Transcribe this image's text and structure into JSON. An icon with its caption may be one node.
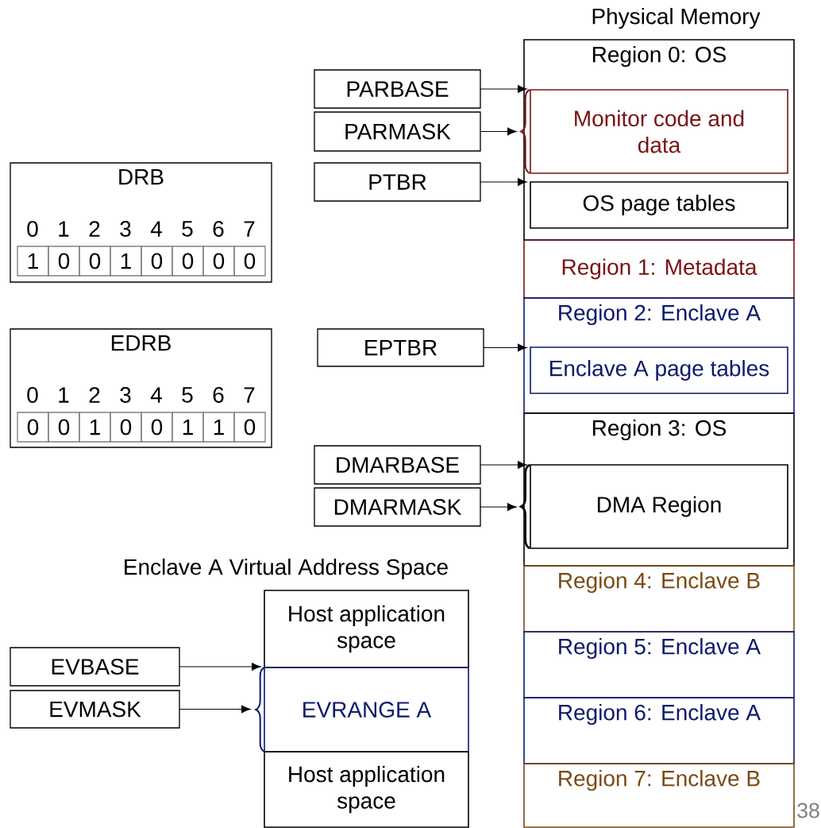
{
  "diagram": {
    "nodes": [
      {
        "text": [
          "Region 0: OS"
        ]
      },
      {
        "text": [
          "Monitor code and data"
        ],
        "in": 0
      },
      {
        "text": [
          "OS page tables"
        ],
        "in": 0
      },
      {
        "text": [
          "Region 1: Metadata"
        ]
      },
      {
        "text": [
          "Region 2: Enclave A"
        ]
      },
      {
        "text": [
          "Enclave A page tables"
        ],
        "in": 4
      },
      {
        "text": [
          "Region 3: OS"
        ]
      },
      {
        "text": [
          "DMA Region"
        ],
        "in": 6
      },
      {
        "text": [
          "Region 4: Enclave B"
        ]
      },
      {
        "text": [
          "Region 5: Enclave A"
        ]
      },
      {
        "text": [
          "Region 6: Enclave A"
        ]
      },
      {
        "text": [
          "Region 7: Enclave B"
        ]
      },
      {
        "text": [
          "PARBASE"
        ]
      },
      {
        "text": [
          "PARMASK"
        ]
      },
      {
        "text": [
          "PTBR"
        ]
      },
      {
        "text": [
          "EPTBR"
        ]
      },
      {
        "text": [
          "DMARBASE"
        ]
      },
      {
        "text": [
          "DMARMASK"
        ]
      },
      {
        "text": [
          "DRB"
        ]
      },
      {
        "text": [
          "1"
        ],
        "in": 18
      },
      {
        "text": [
          "0"
        ],
        "in": 18
      },
      {
        "text": [
          "0"
        ],
        "in": 18
      },
      {
        "text": [
          "1"
        ],
        "in": 18
      },
      {
        "text": [
          "0"
        ],
        "in": 18
      },
      {
        "text": [
          "0"
        ],
        "in": 18
      },
      {
        "text": [
          "0"
        ],
        "in": 18
      },
      {
        "text": [
          "0"
        ],
        "in": 18
      },
      {
        "text": [
          "EDRB"
        ]
      },
      {
        "text": [
          "0"
        ],
        "in": 27
      },
      {
        "text": [
          "0"
        ],
        "in": 27
      },
      {
        "text": [
          "1"
        ],
        "in": 27
      },
      {
        "text": [
          "0"
        ],
        "in": 27
      },
      {
        "text": [
          "0"
        ],
        "in": 27
      },
      {
        "text": [
          "1"
        ],
        "in": 27
      },
      {
        "text": [
          "1"
        ],
        "in": 27
      },
      {
        "text": [
          "0"
        ],
        "in": 27
      },
      {
        "text": [
          "Host application space"
        ]
      },
      {
        "text": [
          "EVRANGE A"
        ]
      },
      {
        "text": [
          "Host application space"
        ]
      },
      {
        "text": [
          "EVBASE"
        ]
      },
      {
        "text": [
          "EVMASK"
        ]
      }
    ],
    "edges": [
      {
        "from": 12,
        "to": 1,
        "arrow": "to"
      },
      {
        "from": 13,
        "to": 1,
        "arrow": "to"
      },
      {
        "from": 14,
        "to": 2,
        "arrow": "to"
      },
      {
        "from": 15,
        "to": 5,
        "arrow": "to"
      },
      {
        "from": 16,
        "to": 7,
        "arrow": "to"
      },
      {
        "from": 17,
        "to": 7,
        "arrow": "to"
      },
      {
        "from": 39,
        "to": 37,
        "arrow": "to"
      },
      {
        "from": 40,
        "to": 37,
        "arrow": "to"
      }
    ],
    "labels": [
      "Physical Memory",
      "0",
      "1",
      "2",
      "3",
      "4",
      "5",
      "6",
      "7",
      "0",
      "1",
      "2",
      "3",
      "4",
      "5",
      "6",
      "7",
      "Enclave A Virtual Address Space",
      "38"
    ]
  }
}
